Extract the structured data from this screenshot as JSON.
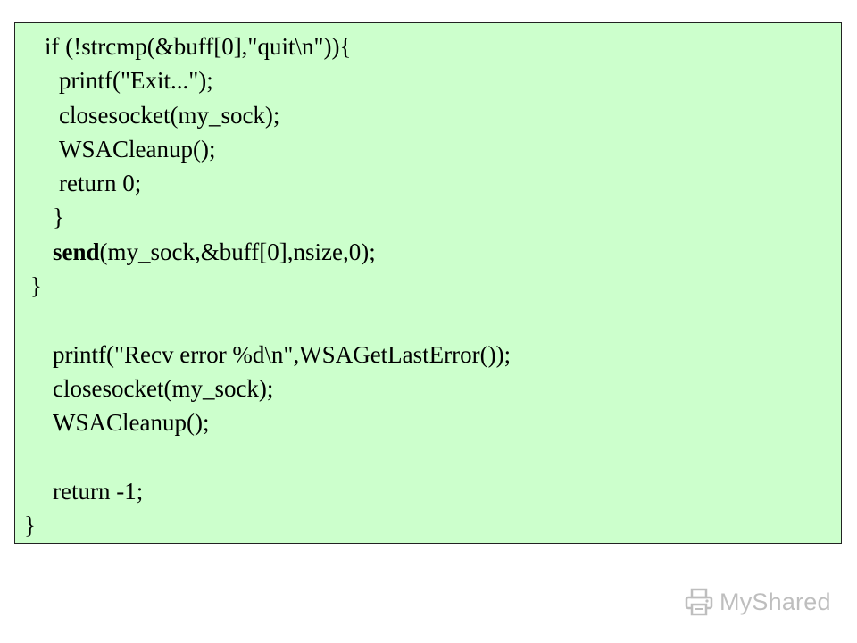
{
  "code": {
    "lines": [
      {
        "text": "if (!strcmp(&buff[0],\"quit\\n\")){"
      },
      {
        "text": "printf(\"Exit...\");"
      },
      {
        "text": "closesocket(my_sock);"
      },
      {
        "text": "WSACleanup();"
      },
      {
        "text": "return 0;"
      },
      {
        "text": "}"
      },
      {
        "keyword": "send",
        "rest": "(my_sock,&buff[0],nsize,0);"
      },
      {
        "text": "}"
      },
      {
        "text": "printf(\"Recv error %d\\n\",WSAGetLastError());"
      },
      {
        "text": "closesocket(my_sock);"
      },
      {
        "text": "WSACleanup();"
      },
      {
        "text": "return -1;"
      },
      {
        "text": "}"
      }
    ]
  },
  "watermark": {
    "text": "MyShared",
    "icon": "printer-icon"
  },
  "colors": {
    "code_background": "#ccffcc",
    "border": "#222222",
    "text": "#000000",
    "watermark": "#8a8a8a"
  }
}
